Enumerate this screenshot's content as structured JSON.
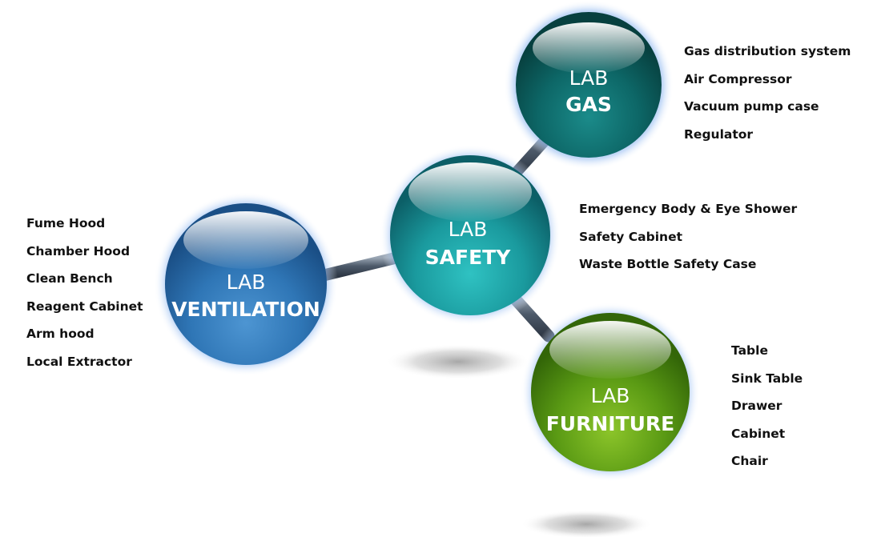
{
  "spheres": {
    "gas": {
      "line1": "LAB",
      "line2": "GAS",
      "color": "#0e6b6b"
    },
    "safety": {
      "line1": "LAB",
      "line2": "SAFETY",
      "color": "#1a9a9e"
    },
    "ventilation": {
      "line1": "LAB",
      "line2": "VENTILATION",
      "color": "#2f76b6"
    },
    "furniture": {
      "line1": "LAB",
      "line2": "FURNITURE",
      "color": "#5a9a14"
    }
  },
  "lists": {
    "gas": [
      "Gas distribution system",
      "Air Compressor",
      "Vacuum pump case",
      "Regulator"
    ],
    "safety": [
      "Emergency Body & Eye Shower",
      "Safety Cabinet",
      "Waste Bottle Safety Case"
    ],
    "ventilation": [
      "Fume Hood",
      "Chamber Hood",
      "Clean Bench",
      "Reagent Cabinet",
      "Arm hood",
      "Local Extractor"
    ],
    "furniture": [
      "Table",
      "Sink Table",
      "Drawer",
      "Cabinet",
      "Chair"
    ]
  }
}
